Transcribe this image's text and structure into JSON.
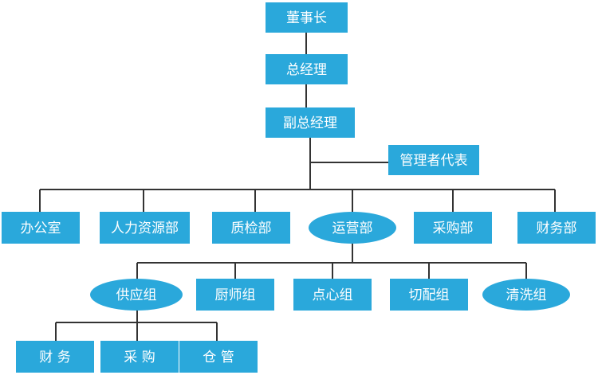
{
  "colors": {
    "node_fill": "#2aa8db",
    "connector": "#333333",
    "label": "#ffffff"
  },
  "nodes": {
    "chairman": {
      "label": "董事长",
      "shape": "rect"
    },
    "general_manager": {
      "label": "总经理",
      "shape": "rect"
    },
    "deputy_gm": {
      "label": "副总经理",
      "shape": "rect"
    },
    "management_rep": {
      "label": "管理者代表",
      "shape": "rect"
    },
    "office": {
      "label": "办公室",
      "shape": "rect"
    },
    "hr": {
      "label": "人力资源部",
      "shape": "rect"
    },
    "quality": {
      "label": "质检部",
      "shape": "rect"
    },
    "operations": {
      "label": "运营部",
      "shape": "ellipse"
    },
    "purchasing_dept": {
      "label": "采购部",
      "shape": "rect"
    },
    "finance_dept": {
      "label": "财务部",
      "shape": "rect"
    },
    "supply_group": {
      "label": "供应组",
      "shape": "ellipse"
    },
    "chef_group": {
      "label": "厨师组",
      "shape": "rect"
    },
    "pastry_group": {
      "label": "点心组",
      "shape": "rect"
    },
    "prep_group": {
      "label": "切配组",
      "shape": "rect"
    },
    "cleaning_group": {
      "label": "清洗组",
      "shape": "ellipse"
    },
    "finance": {
      "label": "财 务",
      "shape": "rect"
    },
    "purchasing": {
      "label": "采 购",
      "shape": "rect"
    },
    "warehouse": {
      "label": "仓 管",
      "shape": "rect"
    }
  },
  "edges": [
    [
      "chairman",
      "general_manager"
    ],
    [
      "general_manager",
      "deputy_gm"
    ],
    [
      "deputy_gm",
      "management_rep"
    ],
    [
      "deputy_gm",
      "office"
    ],
    [
      "deputy_gm",
      "hr"
    ],
    [
      "deputy_gm",
      "quality"
    ],
    [
      "deputy_gm",
      "operations"
    ],
    [
      "deputy_gm",
      "purchasing_dept"
    ],
    [
      "deputy_gm",
      "finance_dept"
    ],
    [
      "operations",
      "supply_group"
    ],
    [
      "operations",
      "chef_group"
    ],
    [
      "operations",
      "pastry_group"
    ],
    [
      "operations",
      "prep_group"
    ],
    [
      "operations",
      "cleaning_group"
    ],
    [
      "supply_group",
      "finance"
    ],
    [
      "supply_group",
      "purchasing"
    ],
    [
      "supply_group",
      "warehouse"
    ]
  ]
}
